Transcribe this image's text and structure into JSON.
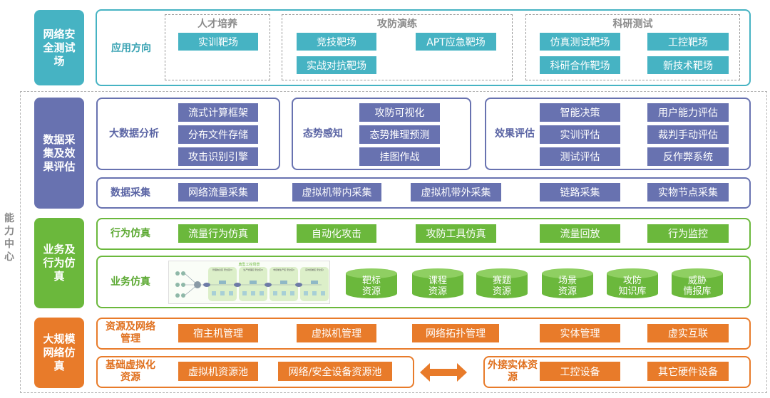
{
  "colors": {
    "teal": "#46b3c3",
    "purple": "#6872b0",
    "green": "#6bb83c",
    "orange": "#e87b2a"
  },
  "capability_center": "能力中心",
  "range": {
    "title": "网络安全测试场",
    "row_label": "应用方向",
    "groups": [
      {
        "title": "人才培养",
        "items": [
          "实训靶场"
        ]
      },
      {
        "title": "攻防演练",
        "items": [
          "竞技靶场",
          "APT应急靶场",
          "实战对抗靶场"
        ]
      },
      {
        "title": "科研测试",
        "items": [
          "仿真测试靶场",
          "工控靶场",
          "科研合作靶场",
          "新技术靶场"
        ]
      }
    ]
  },
  "data_eval": {
    "title": "数据采集及效果评估",
    "big_data": {
      "label": "大数据分析",
      "items": [
        "流式计算框架",
        "分布文件存储",
        "攻击识别引擎"
      ]
    },
    "situation": {
      "label": "态势感知",
      "items": [
        "攻防可视化",
        "态势推理预测",
        "挂图作战"
      ]
    },
    "effect": {
      "label": "效果评估",
      "items": [
        "智能决策",
        "用户能力评估",
        "实训评估",
        "裁判手动评估",
        "测试评估",
        "反作弊系统"
      ]
    },
    "collection": {
      "label": "数据采集",
      "items": [
        "网络流量采集",
        "虚拟机带内采集",
        "虚拟机带外采集",
        "链路采集",
        "实物节点采集"
      ]
    }
  },
  "business": {
    "title": "业务及行为仿真",
    "behavior": {
      "label": "行为仿真",
      "items": [
        "流量行为仿真",
        "自动化攻击",
        "攻防工具仿真",
        "流量回放",
        "行为监控"
      ]
    },
    "service": {
      "label": "业务仿真",
      "scene": {
        "title": "典型工控场景",
        "zones": [
          "管理信息区 安全区IV",
          "生产管理区 安全区III",
          "非控制生产区 安全区II",
          "实时控制区 安全区I"
        ]
      },
      "databases": [
        [
          "靶标",
          "资源"
        ],
        [
          "课程",
          "资源"
        ],
        [
          "赛题",
          "资源"
        ],
        [
          "场景",
          "资源"
        ],
        [
          "攻防",
          "知识库"
        ],
        [
          "威胁",
          "情报库"
        ]
      ]
    }
  },
  "network_sim": {
    "title": "大规模网络仿真",
    "management": {
      "label": "资源及网络管理",
      "items": [
        "宿主机管理",
        "虚拟机管理",
        "网络拓扑管理",
        "实体管理",
        "虚实互联"
      ]
    },
    "virtual": {
      "label": "基础虚拟化资源",
      "items": [
        "虚拟机资源池",
        "网络/安全设备资源池"
      ]
    },
    "external": {
      "label": "外接实体资源",
      "items": [
        "工控设备",
        "其它硬件设备"
      ]
    }
  }
}
